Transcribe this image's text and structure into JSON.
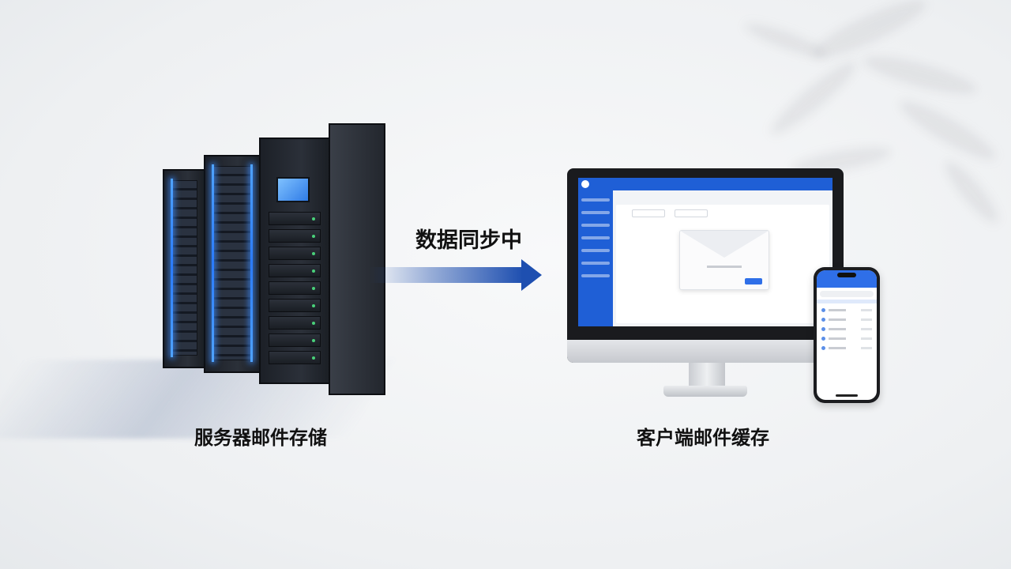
{
  "sync_label": "数据同步中",
  "server": {
    "caption": "服务器邮件存储",
    "icon": "server-rack-icon"
  },
  "client": {
    "caption": "客户端邮件缓存",
    "desktop_icon": "desktop-monitor-icon",
    "mobile_icon": "smartphone-icon"
  },
  "arrow": {
    "icon": "arrow-right-icon",
    "color": "#1e4fb0"
  },
  "colors": {
    "accent": "#2f6fe8",
    "led": "#4fa3ff"
  }
}
